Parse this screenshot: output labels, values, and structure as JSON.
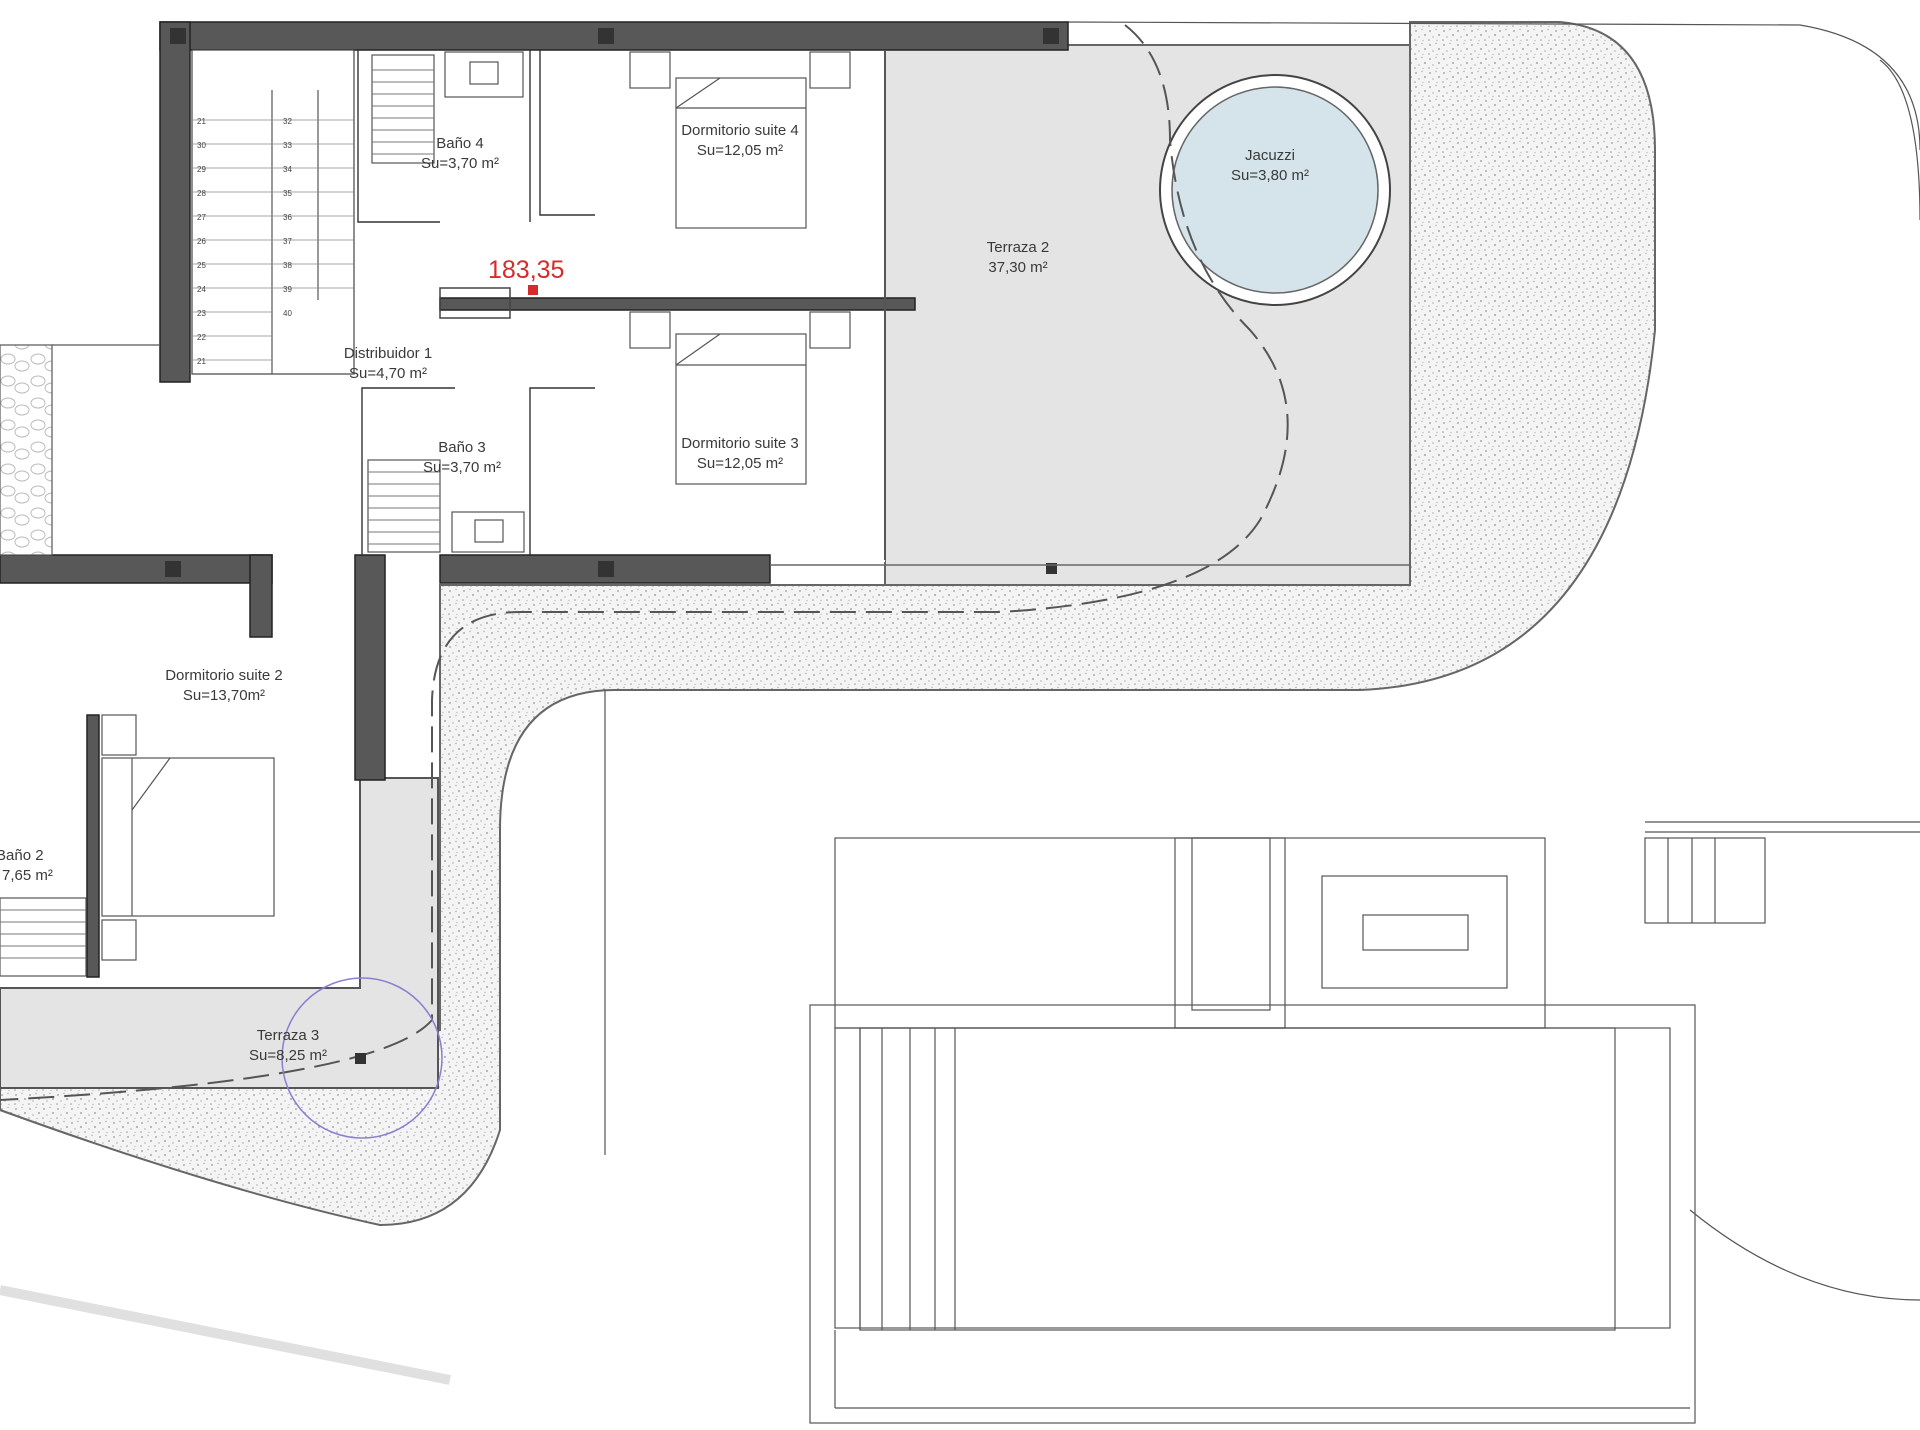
{
  "plan": {
    "elevation_mark": "183,35",
    "rooms": {
      "bano4": {
        "name": "Baño 4",
        "area": "Su=3,70 m²"
      },
      "suite4": {
        "name": "Dormitorio suite 4",
        "area": "Su=12,05 m²"
      },
      "jacuzzi": {
        "name": "Jacuzzi",
        "area": "Su=3,80 m²"
      },
      "terraza2": {
        "name": "Terraza 2",
        "area": "37,30 m²"
      },
      "distribuidor1": {
        "name": "Distribuidor 1",
        "area": "Su=4,70 m²"
      },
      "bano3": {
        "name": "Baño 3",
        "area": "Su=3,70 m²"
      },
      "suite3": {
        "name": "Dormitorio suite 3",
        "area": "Su=12,05 m²"
      },
      "suite2": {
        "name": "Dormitorio suite 2",
        "area": "Su=13,70m²"
      },
      "bano2": {
        "name": "Baño 2",
        "area": "7,65 m²"
      },
      "terraza3": {
        "name": "Terraza 3",
        "area": "Su=8,25 m²"
      }
    },
    "stair_left": [
      "21",
      "30",
      "29",
      "28",
      "27",
      "26",
      "25",
      "24",
      "23",
      "22",
      "21"
    ],
    "stair_right": [
      "32",
      "33",
      "34",
      "35",
      "36",
      "37",
      "38",
      "39",
      "40"
    ],
    "colors": {
      "wall": "#585858",
      "terrace": "#e4e4e4",
      "gravel": "#f1f1f1",
      "jacuzzi_water": "#d4e4ea",
      "elevation": "#d42b2b",
      "swing_circle": "#8a7fd0"
    }
  }
}
